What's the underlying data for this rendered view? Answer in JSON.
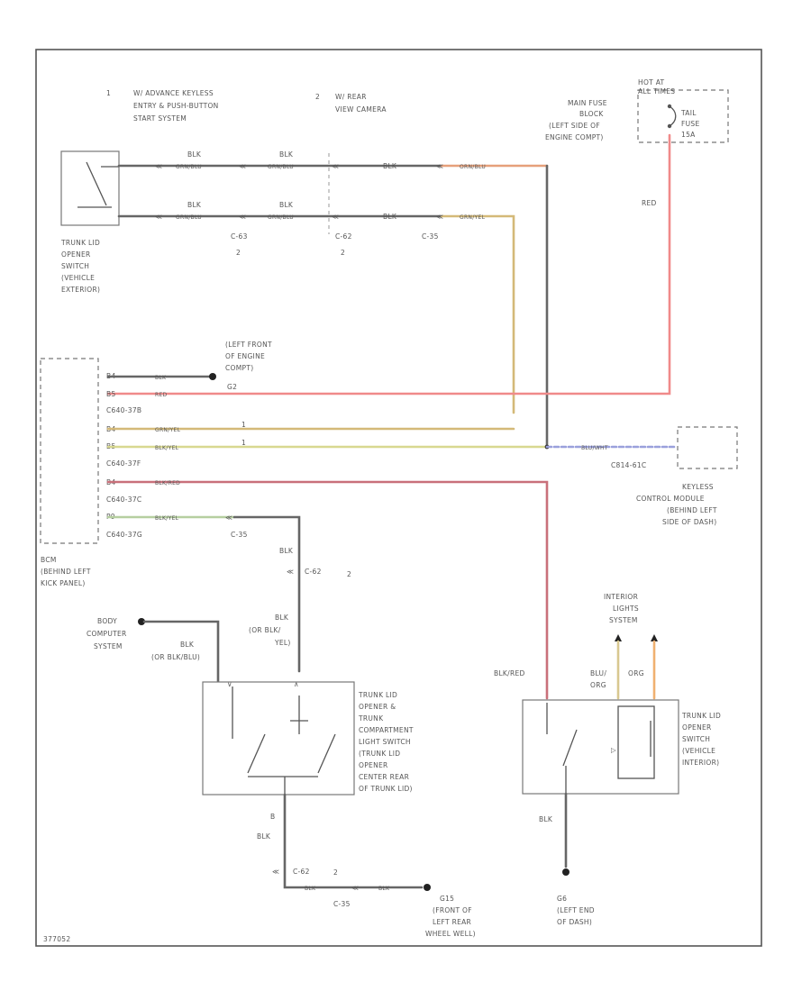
{
  "notes": {
    "n1_num": "1",
    "n1_line1": "W/ ADVANCE KEYLESS",
    "n1_line2": "ENTRY & PUSH-BUTTON",
    "n1_line3": "START SYSTEM",
    "n2_num": "2",
    "n2_line1": "W/ REAR",
    "n2_line2": "VIEW CAMERA"
  },
  "fuse": {
    "hot_line1": "HOT AT",
    "hot_line2": "ALL TIMES",
    "label_line1": "TAIL",
    "label_line2": "FUSE",
    "label_line3": "15A",
    "block_line1": "MAIN FUSE",
    "block_line2": "BLOCK",
    "block_line3": "(LEFT SIDE OF",
    "block_line4": "ENGINE COMPT)"
  },
  "exterior_switch": {
    "line1": "TRUNK LID",
    "line2": "OPENER",
    "line3": "SWITCH",
    "line4": "(VEHICLE",
    "line5": "EXTERIOR)"
  },
  "wires": {
    "blk_1": "BLK",
    "blk_2": "BLK",
    "blk_3": "BLK",
    "blk_4": "BLK",
    "blk_5": "BLK",
    "blk_6": "BLK",
    "grn_top": "GRN/BLU",
    "grn_mid": "GRN/BLU",
    "grn_low": "GRN/BLU",
    "grn_low2": "GRN/BLU",
    "org_top": "ORN/BLU",
    "yel_top": "GRN/YEL",
    "red_fuse": "RED",
    "bcm_blk": "BLK",
    "bcm_red": "RED",
    "bcm_grnyel": "GRN/YEL",
    "bcm_blkyel": "BLK/YEL",
    "bcm_blkred": "BLK/RED",
    "bcm_blkyel2": "BLK/YEL",
    "keyless_wire": "BLU/WHT",
    "blk_vertical": "BLK",
    "or_blkyel_1": "(OR BLK/BLU)",
    "or_blkyel_2": "(OR BLK/",
    "or_blkyel_3": "YEL)",
    "blk_body": "BLK",
    "blkred": "BLK/RED",
    "blu_org_1": "BLU/",
    "blu_org_2": "ORG",
    "org": "ORG",
    "b_label": "B",
    "blk_lower": "BLK",
    "blk_ground": "BLK",
    "blk_ground2": "BLK",
    "blk_right": "BLK"
  },
  "connectors": {
    "c1": "C-63",
    "c1n": "2",
    "c2": "C-62",
    "c2n": "2",
    "c3": "C-35",
    "c4": "C-35",
    "c5": "C-62",
    "c5n": "2",
    "c6": "C-62",
    "c6n": "2",
    "c7": "C-35"
  },
  "ground1": {
    "line1": "(LEFT FRONT",
    "line2": "OF ENGINE",
    "line3": "COMPT)",
    "line4": "G2"
  },
  "bcm_pins": {
    "p1": "B4",
    "p2": "B5",
    "p3": "C640-37B",
    "p4": "B4",
    "p5": "B5",
    "p6": "C640-37F",
    "p7": "B4",
    "p8": "C640-37C",
    "p9": "P9",
    "p10": "C640-37G"
  },
  "bcm": {
    "line1": "BCM",
    "line2": "(BEHIND LEFT",
    "line3": "KICK PANEL)",
    "num1": "1",
    "num2": "1"
  },
  "keyless": {
    "pin": "C814-61C",
    "line1": "KEYLESS",
    "line2": "CONTROL MODULE",
    "line3": "(BEHIND LEFT",
    "line4": "SIDE OF DASH)"
  },
  "body_computer": {
    "line1": "BODY",
    "line2": "COMPUTER",
    "line3": "SYSTEM"
  },
  "interior_lights": {
    "line1": "INTERIOR",
    "line2": "LIGHTS",
    "line3": "SYSTEM"
  },
  "trunk_switch": {
    "line1": "TRUNK LID",
    "line2": "OPENER &",
    "line3": "TRUNK",
    "line4": "COMPARTMENT",
    "line5": "LIGHT SWITCH",
    "line6": "(TRUNK LID",
    "line7": "OPENER",
    "line8": "CENTER REAR",
    "line9": "OF TRUNK LID)"
  },
  "interior_switch": {
    "line1": "TRUNK LID",
    "line2": "OPENER",
    "line3": "SWITCH",
    "line4": "(VEHICLE",
    "line5": "INTERIOR)"
  },
  "ground2": {
    "line1": "G15",
    "line2": "(FRONT OF",
    "line3": "LEFT REAR",
    "line4": "WHEEL WELL)"
  },
  "ground3": {
    "line1": "G6",
    "line2": "(LEFT END",
    "line3": "OF DASH)"
  },
  "id": {
    "code": "377052"
  }
}
